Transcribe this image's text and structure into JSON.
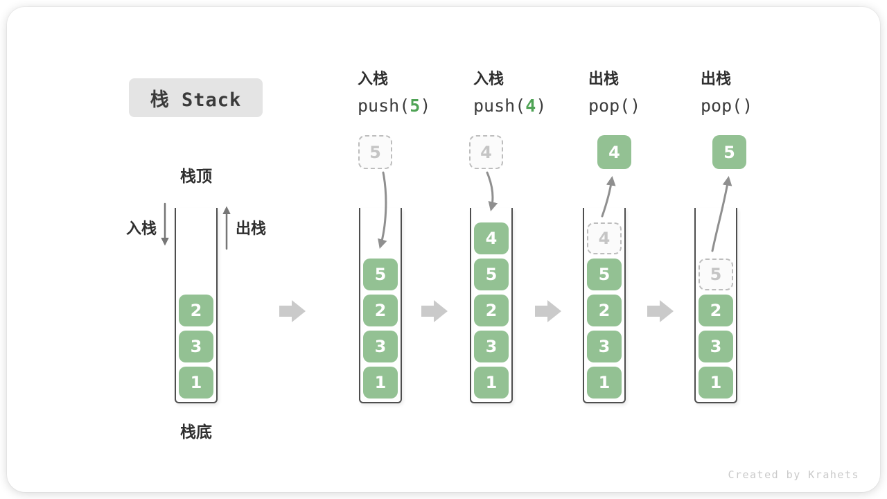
{
  "title": "栈 Stack",
  "watermark": "Created by Krahets",
  "legend": {
    "stack_top": "栈顶",
    "stack_bottom": "栈底",
    "push_arrow_label": "入栈",
    "pop_arrow_label": "出栈"
  },
  "colors": {
    "cell_green": "#93C193",
    "header_digit_green": "#4FA355",
    "title_box_bg": "#E4E4E4",
    "text_dark": "#2F2F2F",
    "curve_arrow_gray": "#8F8F8F",
    "block_arrow_gray": "#CACACA",
    "ghost_border_gray": "#BDBDBD",
    "ghost_text_gray": "#C5C5C5",
    "watermark_gray": "#C9C9C9"
  },
  "steps": [
    {
      "op_label": "",
      "op_code_pre": "",
      "op_code_arg": "",
      "op_code_post": "",
      "floating_cell": "",
      "ghost_cell": "",
      "cells": [
        "2",
        "3",
        "1"
      ]
    },
    {
      "op_label": "入栈",
      "op_code_pre": "push(",
      "op_code_arg": "5",
      "op_code_post": ")",
      "floating_cell": "5",
      "floating_style": "ghost",
      "ghost_cell": "",
      "cells": [
        "5",
        "2",
        "3",
        "1"
      ]
    },
    {
      "op_label": "入栈",
      "op_code_pre": "push(",
      "op_code_arg": "4",
      "op_code_post": ")",
      "floating_cell": "4",
      "floating_style": "ghost",
      "ghost_cell": "",
      "cells": [
        "4",
        "5",
        "2",
        "3",
        "1"
      ]
    },
    {
      "op_label": "出栈",
      "op_code_pre": "pop(",
      "op_code_arg": "",
      "op_code_post": ")",
      "floating_cell": "4",
      "floating_style": "solid",
      "ghost_cell": "4",
      "cells": [
        "5",
        "2",
        "3",
        "1"
      ]
    },
    {
      "op_label": "出栈",
      "op_code_pre": "pop(",
      "op_code_arg": "",
      "op_code_post": ")",
      "floating_cell": "5",
      "floating_style": "solid",
      "ghost_cell": "5",
      "cells": [
        "2",
        "3",
        "1"
      ]
    }
  ]
}
